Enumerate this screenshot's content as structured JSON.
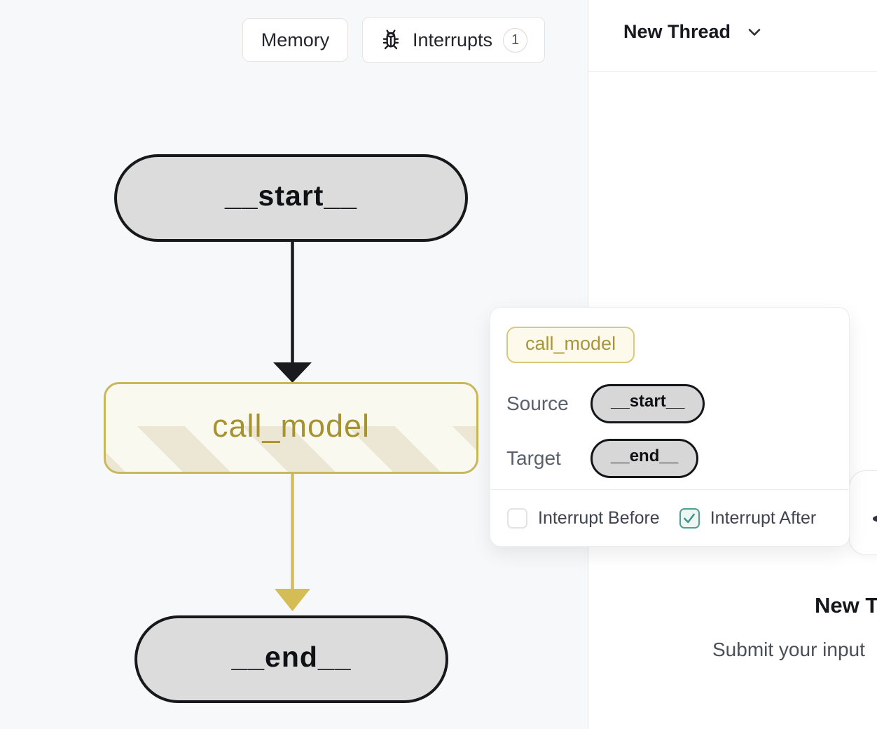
{
  "toolbar": {
    "memory_label": "Memory",
    "interrupts_label": "Interrupts",
    "interrupts_count": "1"
  },
  "thread_header": {
    "title": "New Thread"
  },
  "graph": {
    "start_label": "__start__",
    "call_model_label": "call_model",
    "end_label": "__end__",
    "edge_start_to_call_color": "#1a1b1e",
    "edge_call_to_end_color": "#d4bd55"
  },
  "popup": {
    "node_badge": "call_model",
    "source_label": "Source",
    "source_value": "__start__",
    "target_label": "Target",
    "target_value": "__end__",
    "interrupt_before_label": "Interrupt Before",
    "interrupt_before_checked": false,
    "interrupt_after_label": "Interrupt After",
    "interrupt_after_checked": true
  },
  "empty_state": {
    "title": "New Thread",
    "subtitle": "Submit your input"
  },
  "colors": {
    "canvas_bg": "#f7f8f9",
    "node_gray_fill": "#dcdcdd",
    "node_call_border": "#c9b85a",
    "node_call_text": "#a6922f",
    "interrupt_checked_teal": "#4f9e92"
  }
}
